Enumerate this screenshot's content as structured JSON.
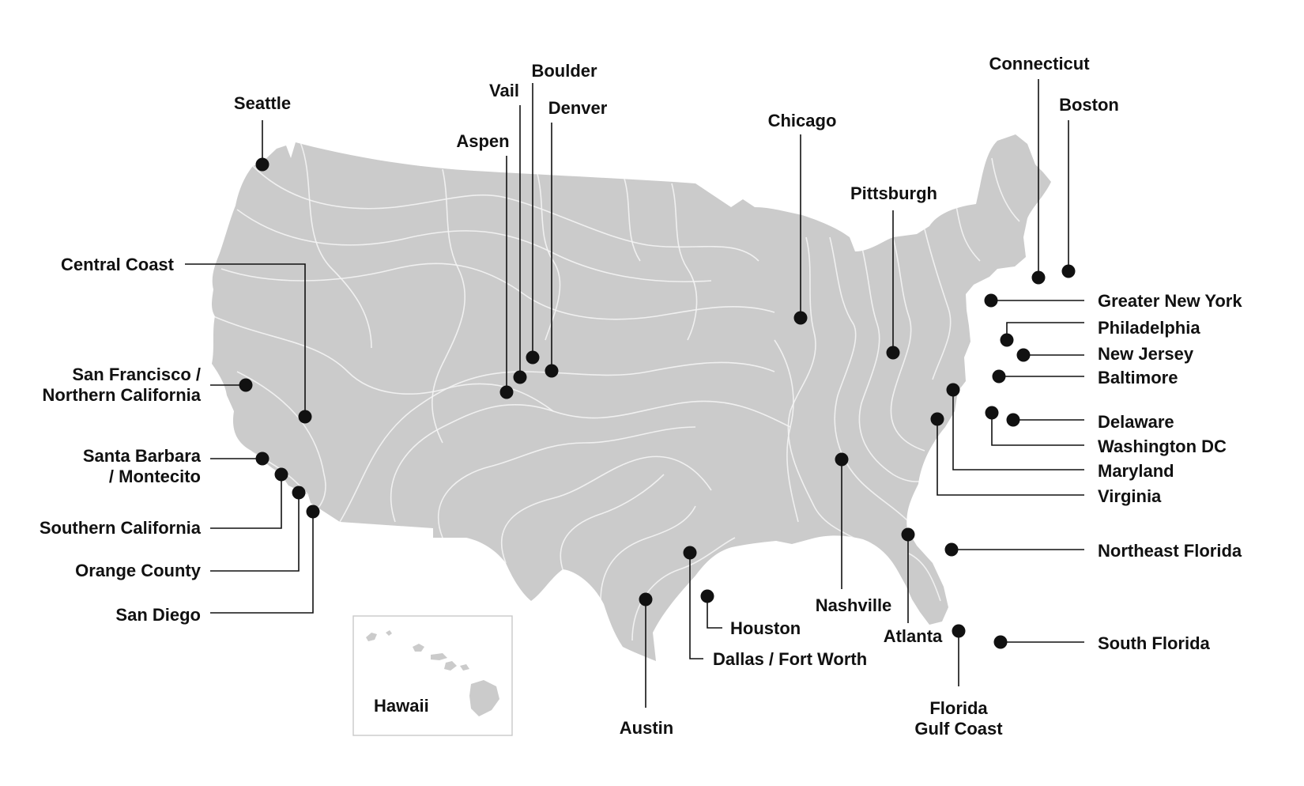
{
  "colors": {
    "land": "#cbcbcb",
    "contour": "#f4f4f4",
    "marker": "#111111",
    "background": "#ffffff"
  },
  "inset": {
    "label": "Hawaii"
  },
  "locations": [
    {
      "id": "seattle",
      "lines": [
        "Seattle"
      ]
    },
    {
      "id": "central-coast",
      "lines": [
        "Central Coast"
      ]
    },
    {
      "id": "san-francisco",
      "lines": [
        "San Francisco /",
        "Northern California"
      ]
    },
    {
      "id": "santa-barbara",
      "lines": [
        "Santa Barbara",
        "/ Montecito"
      ]
    },
    {
      "id": "southern-california",
      "lines": [
        "Southern California"
      ]
    },
    {
      "id": "orange-county",
      "lines": [
        "Orange County"
      ]
    },
    {
      "id": "san-diego",
      "lines": [
        "San Diego"
      ]
    },
    {
      "id": "aspen",
      "lines": [
        "Aspen"
      ]
    },
    {
      "id": "vail",
      "lines": [
        "Vail"
      ]
    },
    {
      "id": "boulder",
      "lines": [
        "Boulder"
      ]
    },
    {
      "id": "denver",
      "lines": [
        "Denver"
      ]
    },
    {
      "id": "chicago",
      "lines": [
        "Chicago"
      ]
    },
    {
      "id": "pittsburgh",
      "lines": [
        "Pittsburgh"
      ]
    },
    {
      "id": "connecticut",
      "lines": [
        "Connecticut"
      ]
    },
    {
      "id": "boston",
      "lines": [
        "Boston"
      ]
    },
    {
      "id": "greater-new-york",
      "lines": [
        "Greater New York"
      ]
    },
    {
      "id": "philadelphia",
      "lines": [
        "Philadelphia"
      ]
    },
    {
      "id": "new-jersey",
      "lines": [
        "New Jersey"
      ]
    },
    {
      "id": "baltimore",
      "lines": [
        "Baltimore"
      ]
    },
    {
      "id": "delaware",
      "lines": [
        "Delaware"
      ]
    },
    {
      "id": "washington-dc",
      "lines": [
        "Washington DC"
      ]
    },
    {
      "id": "maryland",
      "lines": [
        "Maryland"
      ]
    },
    {
      "id": "virginia",
      "lines": [
        "Virginia"
      ]
    },
    {
      "id": "northeast-florida",
      "lines": [
        "Northeast Florida"
      ]
    },
    {
      "id": "south-florida",
      "lines": [
        "South Florida"
      ]
    },
    {
      "id": "florida-gulf-coast",
      "lines": [
        "Florida",
        "Gulf Coast"
      ]
    },
    {
      "id": "atlanta",
      "lines": [
        "Atlanta"
      ]
    },
    {
      "id": "nashville",
      "lines": [
        "Nashville"
      ]
    },
    {
      "id": "houston",
      "lines": [
        "Houston"
      ]
    },
    {
      "id": "dallas-fort-worth",
      "lines": [
        "Dallas / Fort Worth"
      ]
    },
    {
      "id": "austin",
      "lines": [
        "Austin"
      ]
    }
  ]
}
